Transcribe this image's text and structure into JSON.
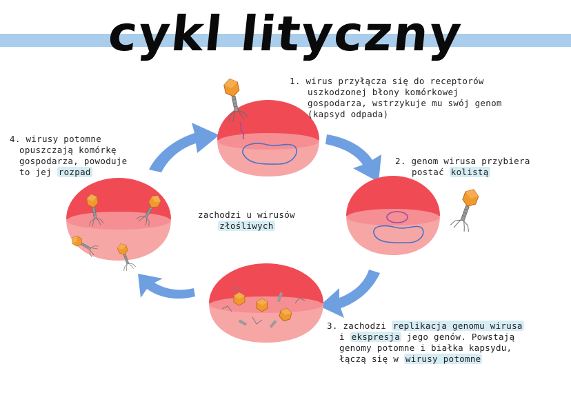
{
  "title": "cykl lityczny",
  "center_note": {
    "line1": "zachodzi u wirusów",
    "line2": "złośliwych"
  },
  "step1": {
    "line1": "1. wirus przyłącza się do receptorów",
    "line2": "uszkodzonej błony komórkowej",
    "line3": "gospodarza, wstrzykuje mu swój genom",
    "line4": "(kapsyd odpada)"
  },
  "step2": {
    "line1": "2. genom wirusa przybiera",
    "line2_prefix": "postać ",
    "line2_highlight": "kolistą"
  },
  "step3": {
    "line1_prefix": "3. zachodzi ",
    "line1_highlight": "replikacja genomu wirusa",
    "line2_prefix": "i ",
    "line2_highlight": "ekspresja",
    "line2_suffix": " jego genów. Powstają",
    "line3": "genomy potomne i białka kapsydu,",
    "line4_prefix": "łączą się w ",
    "line4_highlight": "wirusy potomne"
  },
  "step4": {
    "line1": "4. wirusy potomne",
    "line2": "opuszczają komórkę",
    "line3": "gospodarza, powoduje",
    "line4_prefix": "to jej ",
    "line4_highlight": "rozpad"
  },
  "colors": {
    "cell_top": "#f04b55",
    "cell_body": "#f7a6a6",
    "cell_inner": "#f58f93",
    "genome": "#4a72c8",
    "circular_genome": "#a04aa0",
    "arrow": "#6e9fe0",
    "capsid": "#f09a2e",
    "title_band": "#a9cdeb",
    "highlight": "#d6ecf4"
  }
}
